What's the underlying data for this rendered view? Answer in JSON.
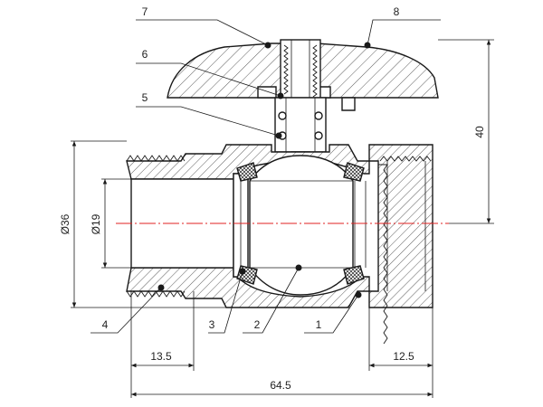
{
  "callouts": {
    "c1": "1",
    "c2": "2",
    "c3": "3",
    "c4": "4",
    "c5": "5",
    "c6": "6",
    "c7": "7",
    "c8": "8"
  },
  "dimensions": {
    "outer_diameter": "Ø36",
    "inner_diameter": "Ø19",
    "height": "40",
    "left_thread_length": "13.5",
    "right_thread_length": "12.5",
    "overall_length": "64.5"
  }
}
